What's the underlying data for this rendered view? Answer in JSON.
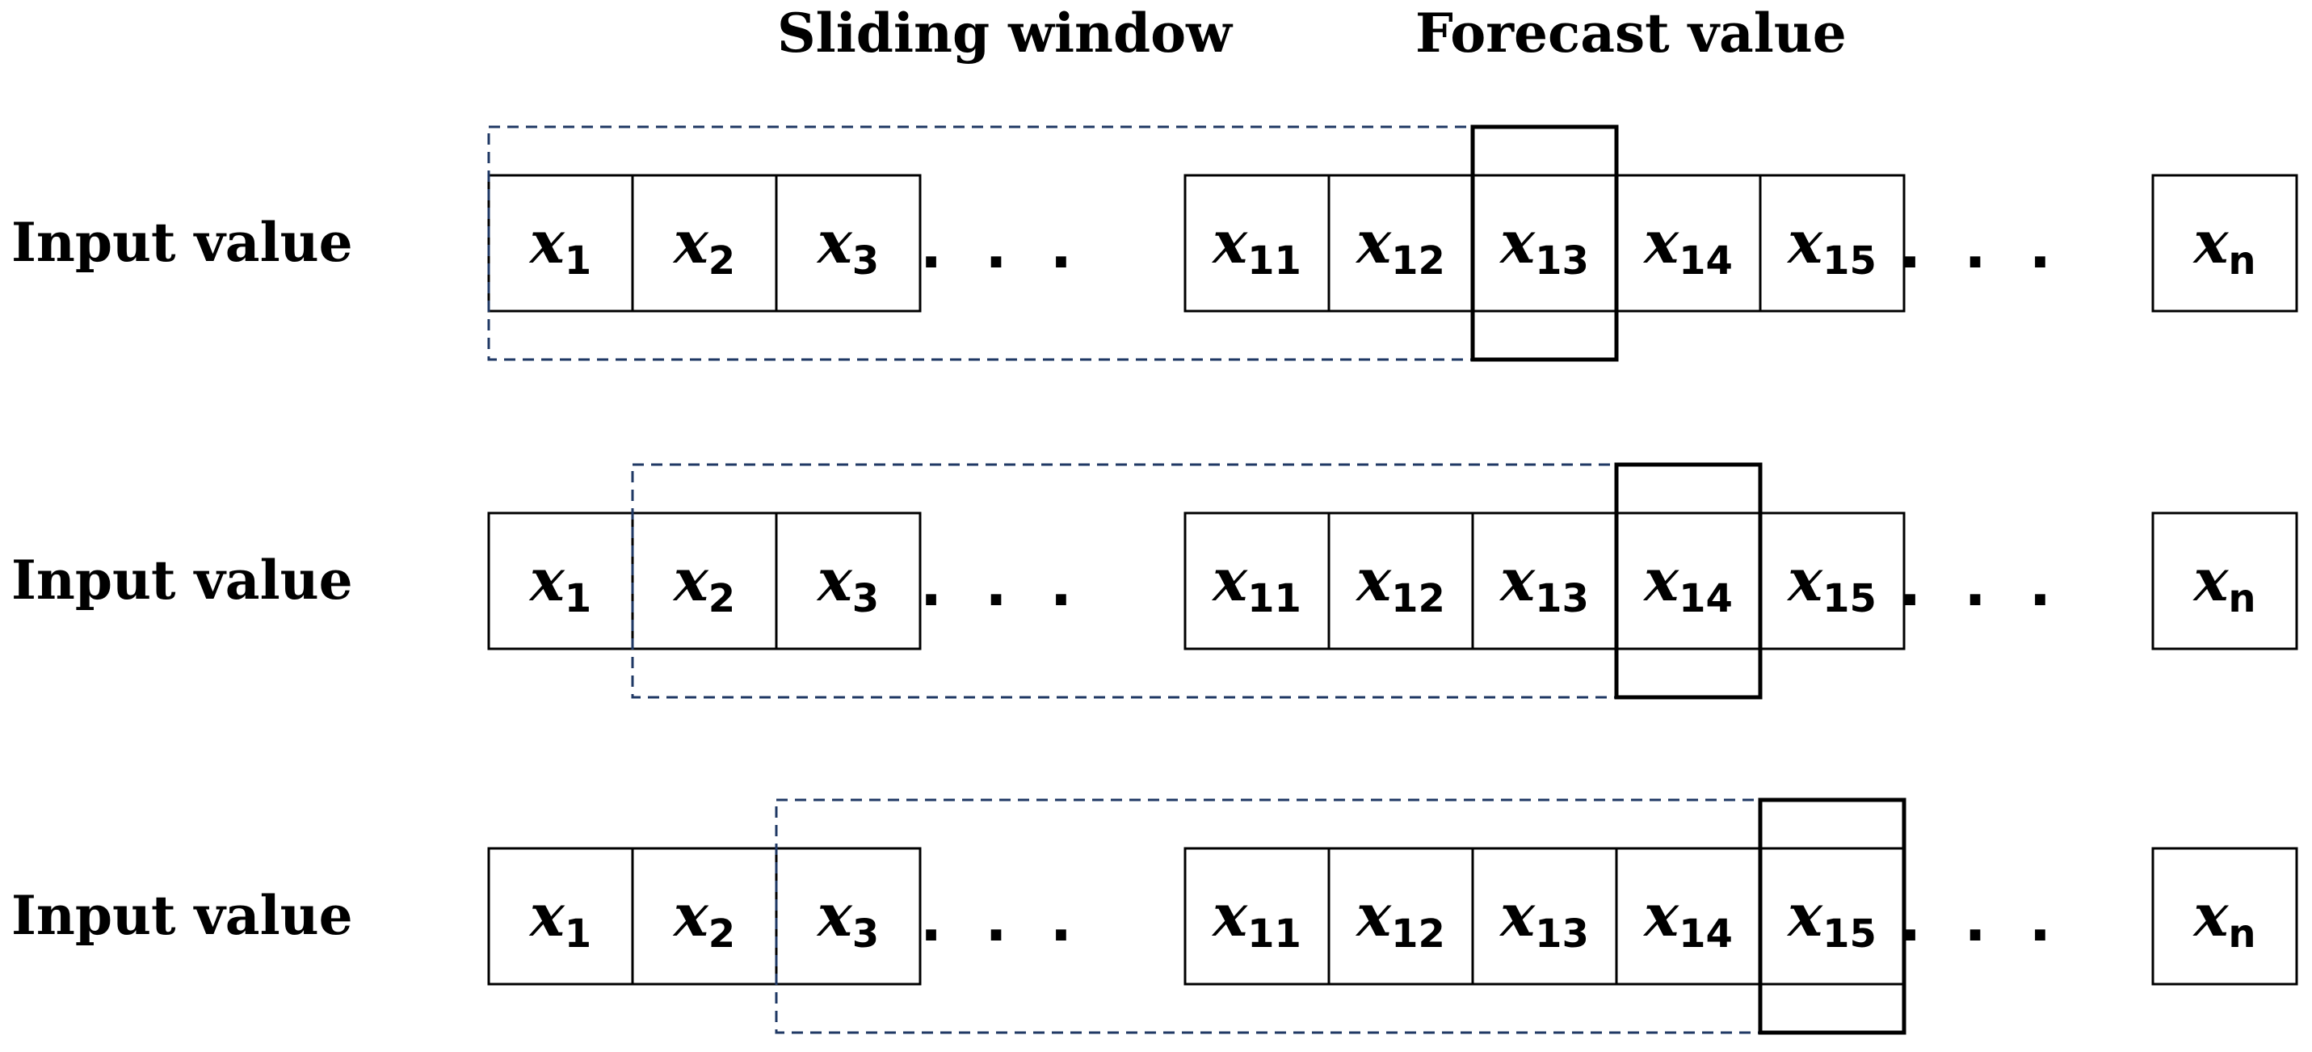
{
  "headers": {
    "sliding_window": "Sliding window",
    "forecast_value": "Forecast value"
  },
  "cells": [
    {
      "var": "x",
      "sub": "1"
    },
    {
      "var": "x",
      "sub": "2"
    },
    {
      "var": "x",
      "sub": "3"
    },
    {
      "var": "x",
      "sub": "11"
    },
    {
      "var": "x",
      "sub": "12"
    },
    {
      "var": "x",
      "sub": "13"
    },
    {
      "var": "x",
      "sub": "14"
    },
    {
      "var": "x",
      "sub": "15"
    },
    {
      "var": "x",
      "sub": "n"
    }
  ],
  "ellipsis": ". . .",
  "rows": [
    {
      "label": "Input value",
      "window_start": "1",
      "window_end": "12",
      "forecast": "13"
    },
    {
      "label": "Input value",
      "window_start": "2",
      "window_end": "13",
      "forecast": "14"
    },
    {
      "label": "Input value",
      "window_start": "3",
      "window_end": "14",
      "forecast": "15"
    }
  ],
  "colors": {
    "cell_border": "#000000",
    "window_border": "#1f3864",
    "forecast_border": "#000000"
  }
}
